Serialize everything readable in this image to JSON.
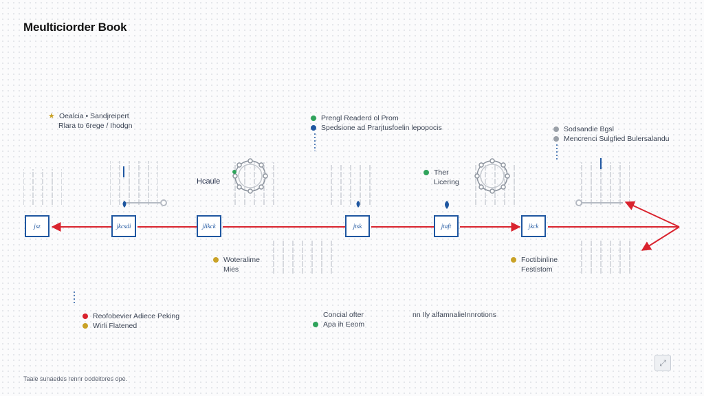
{
  "title": "Meulticiorder Book",
  "footer": "Taale sunaedes rennr oodeitores ope.",
  "colors": {
    "accent": "#d9232e",
    "node": "#1e56a0",
    "green": "#2fa35b",
    "gold": "#c9a227",
    "grey": "#9aa0a8"
  },
  "nodes": [
    {
      "label": "jsz"
    },
    {
      "label": "jkcsdi"
    },
    {
      "label": "jlikck"
    },
    {
      "label": "jtsk"
    },
    {
      "label": "jtaft"
    },
    {
      "label": "jkck"
    }
  ],
  "notes": {
    "top_left": {
      "marker": "★",
      "lines": [
        "Oealcia • Sandjreipert",
        "Rlara to 6rege / Ihodgn"
      ]
    },
    "top_center": {
      "lines": [
        "Prengl Readerd ol Prom",
        "Spedsione ad Prarjtusfoelin lepopocis"
      ]
    },
    "top_right": {
      "lines": [
        "Sodsandie Bgsl",
        "Mencrenci Sulgfied Bulersalandu"
      ]
    },
    "mid_left": {
      "lines": [
        "Hcaule"
      ]
    },
    "mid_right": {
      "lines": [
        "Ther",
        "Licering"
      ]
    },
    "lower_left": {
      "lines": [
        "Woteralime",
        "Mies"
      ]
    },
    "lower_right": {
      "lines": [
        "Foctibinline",
        "Festistom"
      ]
    },
    "bottom_left": {
      "lines": [
        "Reofobevier Adiece Peking",
        "Wirli Flatened"
      ]
    },
    "bottom_center": {
      "lines": [
        "Concial ofter",
        "Apa ih Eeom"
      ]
    },
    "bottom_right": {
      "lines": [
        "nn Ily alfamnalieInnrotions"
      ]
    }
  },
  "icons": {
    "ring_left": "gear-ring-icon",
    "ring_right": "gear-ring-icon",
    "corner": "expand-icon"
  }
}
